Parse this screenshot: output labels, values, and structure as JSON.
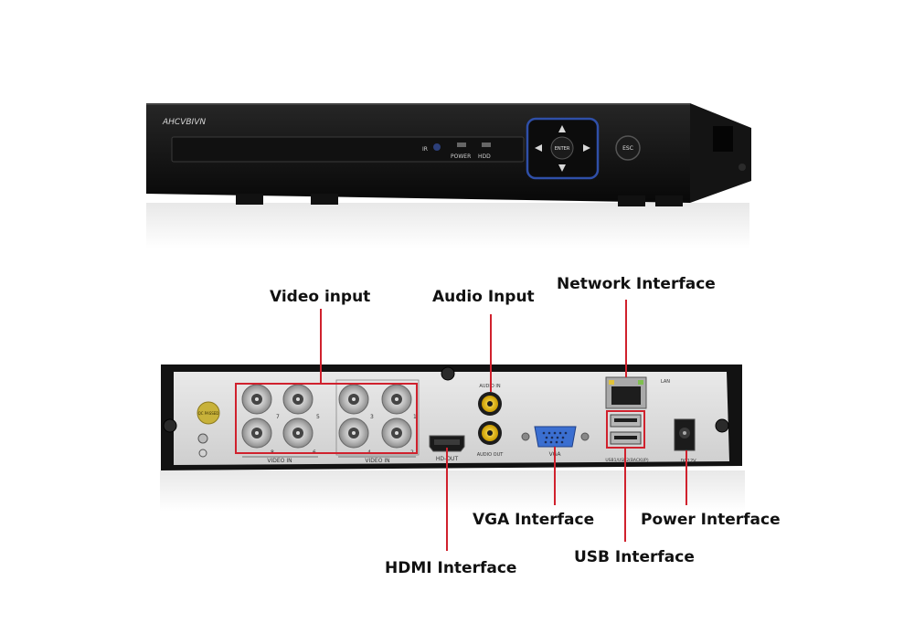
{
  "front_panel": {
    "brand": "AHCVBIVN",
    "ir": "IR",
    "power": "POWER",
    "hdd": "HDD",
    "enter": "ENTER",
    "esc": "ESC"
  },
  "rear_panel": {
    "lan": "LAN",
    "video_in": "VIDEO IN",
    "hd_out": "HD-OUT",
    "audio_in": "AUDIO IN",
    "audio_out": "AUDIO OUT",
    "vga": "VGA",
    "dc": "DC12V",
    "usb": "USB1/USB2(BACKUP)",
    "qc": "QC PASSED",
    "bnc_numbers": [
      "7",
      "5",
      "3",
      "1",
      "8",
      "6",
      "4",
      "2"
    ]
  },
  "callouts": {
    "video_input": "Video input",
    "audio_input": "Audio Input",
    "network_interface": "Network Interface",
    "vga_interface": "VGA Interface",
    "power_interface": "Power Interface",
    "hdmi_interface": "HDMI Interface",
    "usb_interface": "USB Interface"
  },
  "colors": {
    "callout_line": "#d0212d",
    "device_body": "#1b1b1b",
    "rear_plate": "#dcdcdc"
  }
}
